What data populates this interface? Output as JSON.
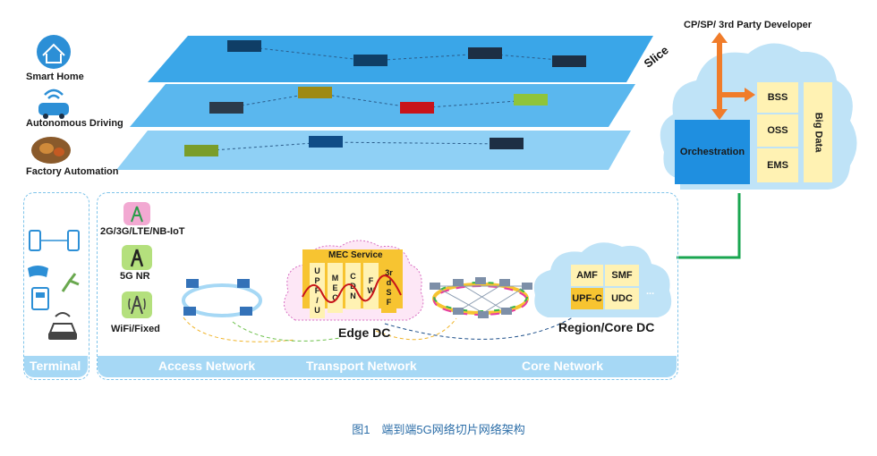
{
  "slice_label": "Slice",
  "use_cases": [
    "Smart Home",
    "Autonomous Driving",
    "Factory Automation"
  ],
  "developer_label": "CP/SP/ 3rd Party Developer",
  "orchestration_label": "Orchestration",
  "bss_label": "BSS",
  "oss_label": "OSS",
  "ems_label": "EMS",
  "big_data_label": "Big Data",
  "radio": {
    "legacy": "2G/3G/LTE/NB-IoT",
    "nr": "5G NR",
    "wifi": "WiFi/Fixed"
  },
  "mec_service_label": "MEC Service",
  "mec_boxes": [
    {
      "label": "U P F / U"
    },
    {
      "label": "M E C"
    },
    {
      "label": "C D N"
    },
    {
      "label": "F W"
    },
    {
      "label": "3rd S F"
    }
  ],
  "edge_dc_label": "Edge DC",
  "core_functions": [
    "AMF",
    "SMF",
    "UPF-C",
    "UDC",
    "..."
  ],
  "region_core_label": "Region/Core DC",
  "terminal_label": "Terminal",
  "networks": [
    "Access Network",
    "Transport Network",
    "Core Network"
  ],
  "caption": "图1　端到端5G网络切片网络架构",
  "colors": {
    "slice_plane": "#3aa6e8",
    "band": "#a6d8f5",
    "cloud": "#bfe3f7",
    "orchestration": "#1f8fe0",
    "arrow": "#f07c2a",
    "link": "#1aa650"
  }
}
